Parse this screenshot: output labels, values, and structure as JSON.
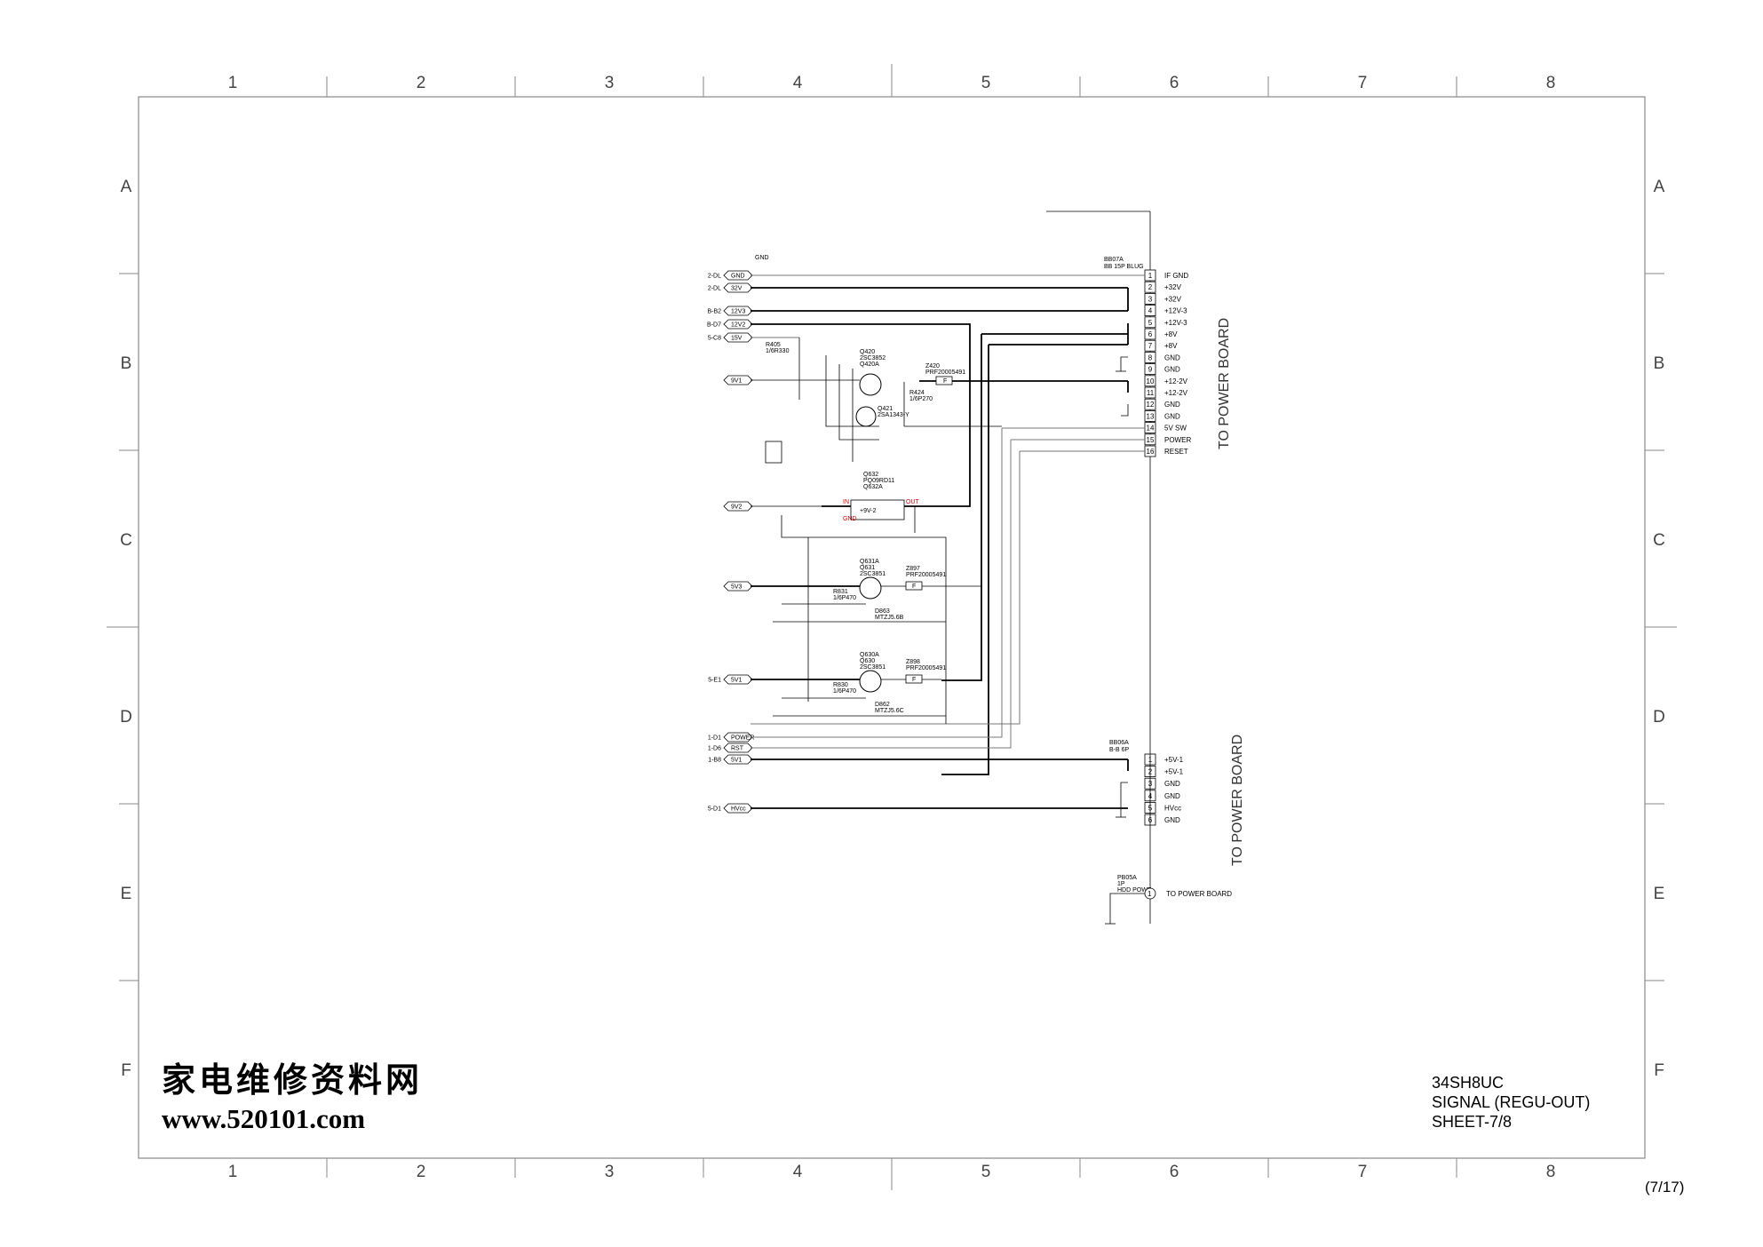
{
  "frame": {
    "columns": [
      "1",
      "2",
      "3",
      "4",
      "5",
      "6",
      "7",
      "8"
    ],
    "rows": [
      "A",
      "B",
      "C",
      "D",
      "E",
      "F"
    ]
  },
  "connectors": {
    "upper": {
      "ref": "BB07A",
      "type": "BB 15P BLUG",
      "pins": [
        {
          "num": "1",
          "label": "IF GND"
        },
        {
          "num": "2",
          "label": "+32V"
        },
        {
          "num": "3",
          "label": "+32V"
        },
        {
          "num": "4",
          "label": "+12V-3"
        },
        {
          "num": "5",
          "label": "+12V-3"
        },
        {
          "num": "6",
          "label": "+8V"
        },
        {
          "num": "7",
          "label": "+8V"
        },
        {
          "num": "8",
          "label": "GND"
        },
        {
          "num": "9",
          "label": "GND"
        },
        {
          "num": "10",
          "label": "+12-2V"
        },
        {
          "num": "11",
          "label": "+12-2V"
        },
        {
          "num": "12",
          "label": "GND"
        },
        {
          "num": "13",
          "label": "GND"
        },
        {
          "num": "14",
          "label": "5V SW"
        },
        {
          "num": "15",
          "label": "POWER"
        },
        {
          "num": "16",
          "label": "RESET"
        }
      ],
      "side_label": "TO POWER BOARD"
    },
    "lower": {
      "ref": "BB06A",
      "type": "B-B 6P",
      "pins": [
        {
          "num": "1",
          "label": "+5V-1"
        },
        {
          "num": "2",
          "label": "+5V-1"
        },
        {
          "num": "3",
          "label": "GND"
        },
        {
          "num": "4",
          "label": "GND"
        },
        {
          "num": "5",
          "label": "HVcc"
        },
        {
          "num": "6",
          "label": "GND"
        }
      ],
      "side_label": "TO POWER BOARD"
    },
    "single": {
      "ref": "PB05A",
      "type": "1P",
      "sub": "HDD POWT",
      "pins": [
        {
          "num": "1",
          "label": "TO POWER BOARD"
        }
      ]
    }
  },
  "left_ports": [
    {
      "ref": "2-DL",
      "tag": "GND"
    },
    {
      "ref": "2-DL",
      "tag": "32V"
    },
    {
      "ref": "B-B2",
      "tag": "12V3"
    },
    {
      "ref": "B-D7",
      "tag": "12V2"
    },
    {
      "ref": "5-C8",
      "tag": "15V"
    },
    {
      "ref": "",
      "tag": "9V1"
    },
    {
      "ref": "",
      "tag": "9V2"
    },
    {
      "ref": "",
      "tag": "5V3"
    },
    {
      "ref": "5-E1",
      "tag": "5V1"
    },
    {
      "ref": "1-D1",
      "tag": "POWER"
    },
    {
      "ref": "1-D6",
      "tag": "RST"
    },
    {
      "ref": "1-B8",
      "tag": "5V1"
    },
    {
      "ref": "5-D1",
      "tag": "HVcc"
    }
  ],
  "components": {
    "q420": {
      "ref": "Q420",
      "part": "2SC3852",
      "alt": "Q420A"
    },
    "q421": {
      "ref": "Q421",
      "part": "2SA1343-Y"
    },
    "z420": {
      "ref": "Z420",
      "part": "PRF20005491"
    },
    "r405": {
      "ref": "R405",
      "val": "1/6R330"
    },
    "r424": {
      "ref": "R424",
      "val": "1/6P270"
    },
    "q632": {
      "ref": "Q632",
      "part": "PQ09RD11",
      "alt": "Q632A",
      "body": "+9V-2"
    },
    "q631": {
      "ref": "Q631A",
      "sub": "Q631",
      "part": "2SC3851"
    },
    "z897": {
      "ref": "Z897",
      "part": "PRF20005491"
    },
    "d863": {
      "ref": "D863",
      "part": "MTZJ5.6B"
    },
    "r831": {
      "ref": "R831",
      "val": "1/6P470"
    },
    "q630": {
      "ref": "Q630A",
      "sub": "Q630",
      "part": "2SC3851"
    },
    "z898": {
      "ref": "Z898",
      "part": "PRF20005491"
    },
    "d862": {
      "ref": "D862",
      "part": "MTZJ5.6C"
    },
    "r830": {
      "ref": "R830",
      "val": "1/6P470"
    },
    "gnd_tag": "GND"
  },
  "title_block": {
    "model": "34SH8UC",
    "sheet_name": "SIGNAL (REGU-OUT)",
    "sheet": "SHEET-7/8"
  },
  "page_number": "(7/17)",
  "watermark": {
    "chinese": "家电维修资料网",
    "url": "www.520101.com"
  }
}
